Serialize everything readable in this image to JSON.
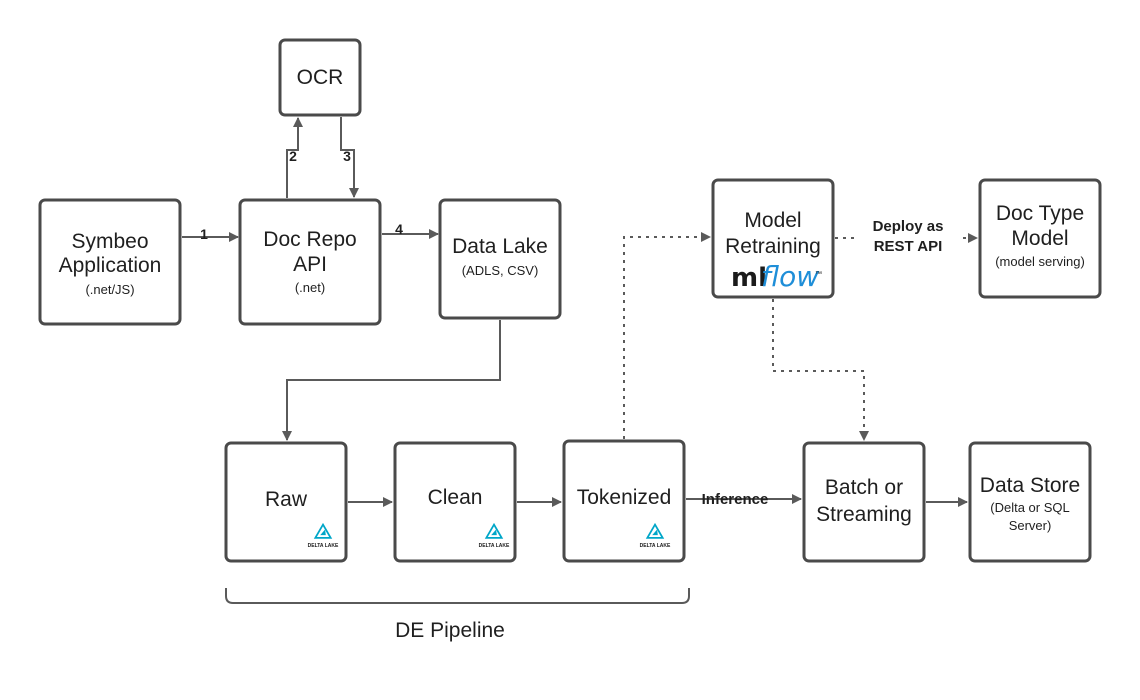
{
  "nodes": {
    "ocr": {
      "title": "OCR"
    },
    "symbeo": {
      "line1": "Symbeo",
      "line2": "Application",
      "sub": "(.net/JS)"
    },
    "doc_repo": {
      "line1": "Doc Repo",
      "line2": "API",
      "sub": "(.net)"
    },
    "data_lake": {
      "title": "Data Lake",
      "sub": "(ADLS, CSV)"
    },
    "model_retraining": {
      "line1": "Model",
      "line2": "Retraining",
      "logo_ml": "ml",
      "logo_flow": "flow",
      "logo_tm": "™"
    },
    "doc_type_model": {
      "line1": "Doc Type",
      "line2": "Model",
      "sub": "(model serving)"
    },
    "raw": {
      "title": "Raw",
      "logo": "DELTA LAKE"
    },
    "clean": {
      "title": "Clean",
      "logo": "DELTA LAKE"
    },
    "tokenized": {
      "title": "Tokenized",
      "logo": "DELTA LAKE"
    },
    "batch": {
      "line1": "Batch or",
      "line2": "Streaming"
    },
    "data_store": {
      "title": "Data Store",
      "sub1": "(Delta or SQL",
      "sub2": "Server)"
    }
  },
  "edges": {
    "step1": "1",
    "step2": "2",
    "step3": "3",
    "step4": "4",
    "deploy_line1": "Deploy as",
    "deploy_line2": "REST API",
    "inference": "Inference"
  },
  "footer": {
    "pipeline_label": "DE Pipeline"
  },
  "colors": {
    "box_stroke": "#4a4a4a",
    "arrow": "#5a5a5a",
    "mlflow_blue": "#1e8ed8",
    "delta_teal": "#00a6c8"
  }
}
